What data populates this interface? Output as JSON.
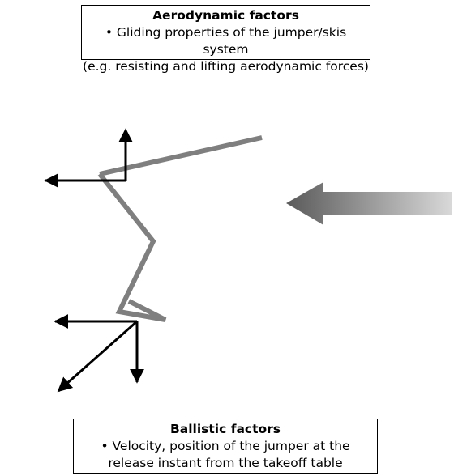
{
  "aerodynamic_box": {
    "title": "Aerodynamic factors",
    "lines": [
      "• Gliding properties of the jumper/skis system",
      "(e.g. resisting and lifting aerodynamic forces)"
    ]
  },
  "ballistic_box": {
    "title": "Ballistic factors",
    "lines": [
      "• Velocity, position of the jumper at the",
      "release instant from the takeoff table"
    ]
  },
  "colors": {
    "jumper_stroke": "#7f7f7f",
    "force_arrow": "#000000",
    "wind_arrow_dark": "#5a5a5a",
    "wind_arrow_light": "#d9d9d9"
  },
  "icons": {
    "jumper": "ski-jumper-stick-figure",
    "force_arrows": "force-vector-arrows",
    "wind": "airflow-arrow"
  }
}
